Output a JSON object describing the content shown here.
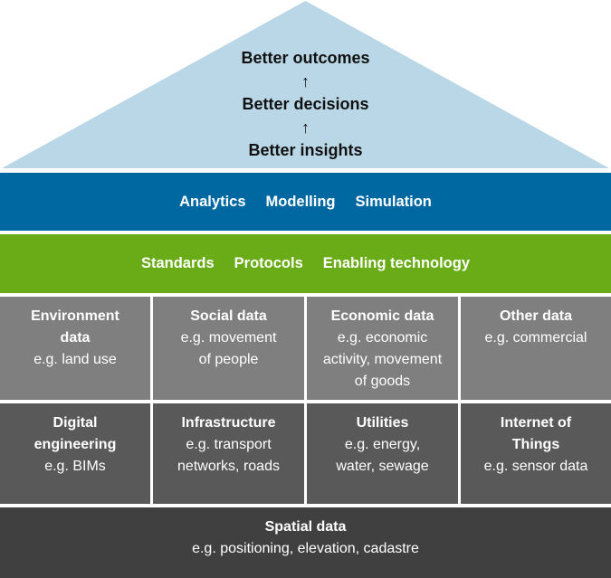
{
  "roof": {
    "line1": "Better outcomes",
    "arrow1": "↑",
    "line2": "Better decisions",
    "arrow2": "↑",
    "line3": "Better insights",
    "color": "#b9d7e6"
  },
  "analytics_band": {
    "color": "#0068a0",
    "items": [
      "Analytics",
      "Modelling",
      "Simulation"
    ]
  },
  "standards_band": {
    "color": "#6aac18",
    "items": [
      "Standards",
      "Protocols",
      "Enabling technology"
    ]
  },
  "data_row_1": {
    "color": "#7f7f7f",
    "cells": [
      {
        "title": "Environment\ndata",
        "desc": "e.g. land use"
      },
      {
        "title": "Social data",
        "desc": "e.g. movement\nof people"
      },
      {
        "title": "Economic data",
        "desc": "e.g. economic\nactivity, movement\nof goods"
      },
      {
        "title": "Other data",
        "desc": "e.g. commercial"
      }
    ]
  },
  "data_row_2": {
    "color": "#595959",
    "cells": [
      {
        "title": "Digital\nengineering",
        "desc": "e.g. BIMs"
      },
      {
        "title": "Infrastructure",
        "desc": "e.g. transport\nnetworks, roads"
      },
      {
        "title": "Utilities",
        "desc": "e.g. energy,\nwater, sewage"
      },
      {
        "title": "Internet of\nThings",
        "desc": "e.g. sensor data"
      }
    ]
  },
  "foundation": {
    "color": "#404040",
    "title": "Spatial data",
    "desc": "e.g. positioning, elevation, cadastre"
  }
}
